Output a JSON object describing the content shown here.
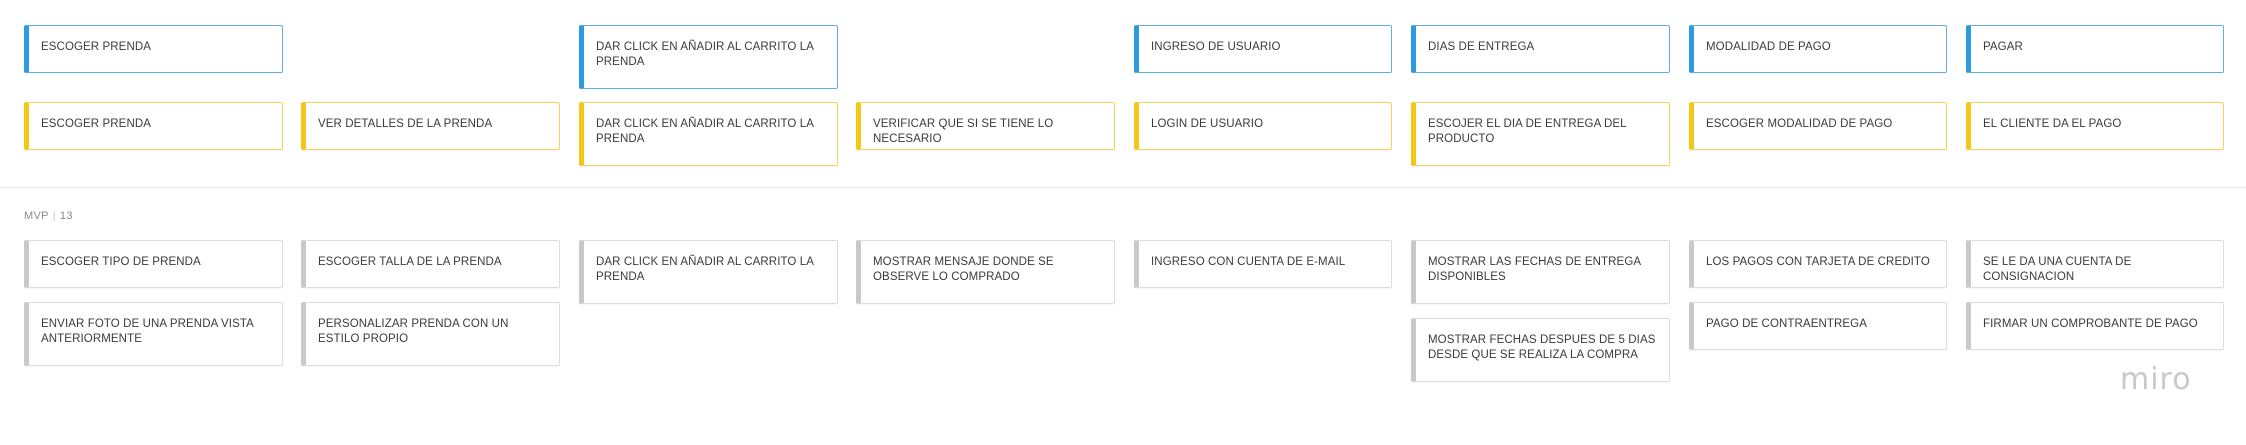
{
  "colors": {
    "activity": "#2d9be0",
    "task": "#f5c518",
    "story": "#c9c9c9"
  },
  "activities": [
    "ESCOGER PRENDA",
    "DAR CLICK EN  AÑADIR AL CARRITO LA PRENDA",
    "INGRESO DE USUARIO",
    "DIAS DE ENTREGA",
    "MODALIDAD DE PAGO",
    "PAGAR"
  ],
  "tasks": [
    "ESCOGER PRENDA",
    "VER DETALLES DE LA PRENDA",
    "DAR CLICK EN AÑADIR AL CARRITO LA PRENDA",
    "VERIFICAR QUE SI SE TIENE LO NECESARIO",
    "LOGIN DE USUARIO",
    "ESCOJER EL DIA DE ENTREGA DEL PRODUCTO",
    "ESCOGER MODALIDAD DE PAGO",
    "EL CLIENTE DA EL PAGO"
  ],
  "release": {
    "name": "MVP",
    "count": "13"
  },
  "stories": [
    "ESCOGER TIPO DE PRENDA",
    "ESCOGER TALLA DE LA PRENDA",
    "DAR CLICK EN AÑADIR AL CARRITO LA PRENDA",
    "MOSTRAR MENSAJE DONDE SE OBSERVE LO COMPRADO",
    "INGRESO CON CUENTA DE E-MAIL",
    "MOSTRAR LAS FECHAS DE ENTREGA DISPONIBLES",
    "LOS PAGOS CON TARJETA DE CREDITO",
    "SE LE DA UNA CUENTA DE CONSIGNACION",
    "ENVIAR FOTO DE UNA PRENDA VISTA ANTERIORMENTE",
    "PERSONALIZAR PRENDA CON UN ESTILO PROPIO",
    "MOSTRAR FECHAS DESPUES DE 5 DIAS DESDE QUE SE REALIZA LA COMPRA",
    "PAGO DE CONTRAENTREGA",
    "FIRMAR UN COMPROBANTE DE PAGO"
  ],
  "watermark": "miro"
}
